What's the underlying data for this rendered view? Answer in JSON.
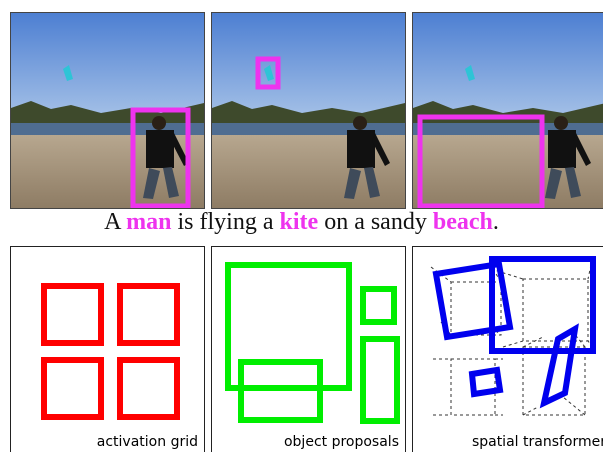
{
  "caption": {
    "pre_man": "A ",
    "man": "man",
    "mid_kite": " is flying a ",
    "kite": "kite",
    "mid_beach": " on a sandy ",
    "beach": "beach",
    "end": "."
  },
  "panels": {
    "activation_grid": "activation grid",
    "object_proposals": "object proposals",
    "spatial_transformer": "spatial transformer"
  },
  "colors": {
    "highlight": "#ee33ee",
    "grid_boxes": "#ff0000",
    "proposal_boxes": "#00ee00",
    "transformer_boxes": "#0000ee"
  }
}
